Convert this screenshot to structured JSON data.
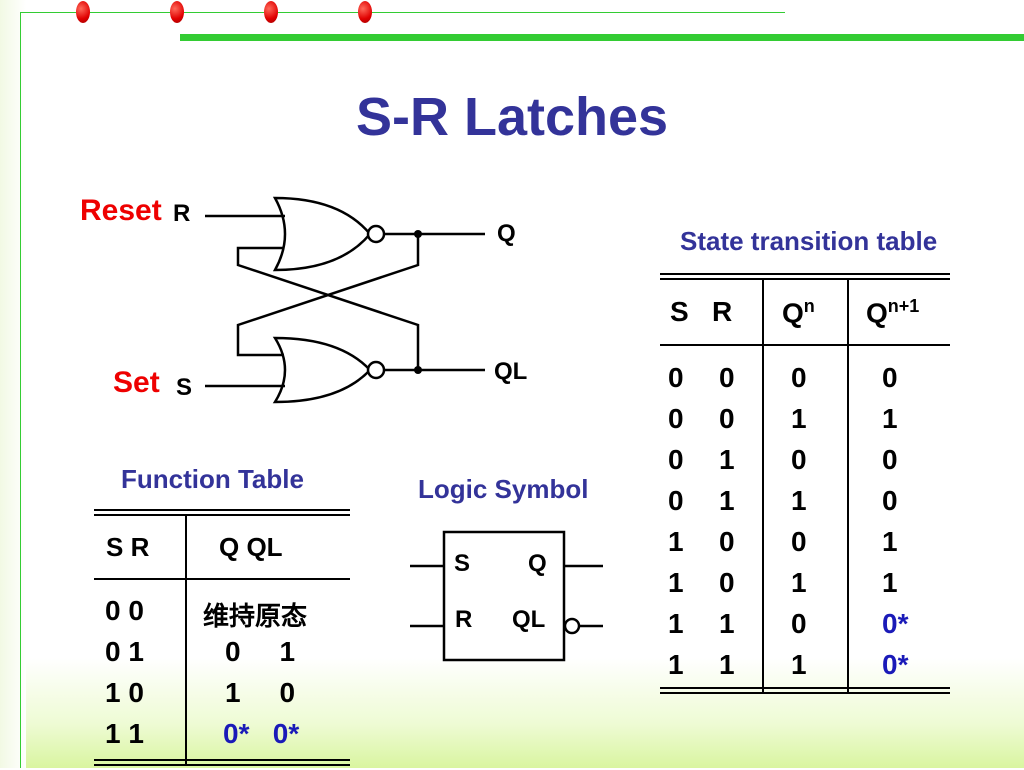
{
  "title": "S-R Latches",
  "circuit": {
    "reset_label": "Reset",
    "set_label": "Set",
    "input_r": "R",
    "input_s": "S",
    "output_q": "Q",
    "output_ql": "QL"
  },
  "function_table": {
    "heading": "Function Table",
    "headers": {
      "inputs": "S  R",
      "outputs": "Q   QL"
    },
    "rows": [
      {
        "sr": "0  0",
        "out": "维持原态"
      },
      {
        "sr": "0  1",
        "out": "0     1"
      },
      {
        "sr": "1  0",
        "out": "1     0"
      },
      {
        "sr": "1  1",
        "out": "0*   0*"
      }
    ]
  },
  "logic_symbol": {
    "heading": "Logic Symbol",
    "pin_s": "S",
    "pin_r": "R",
    "pin_q": "Q",
    "pin_ql": "QL"
  },
  "state_table": {
    "heading": "State transition table",
    "headers": {
      "sr": "S   R",
      "qn_base": "Q",
      "qn_sup": "n",
      "qn1_base": "Q",
      "qn1_sup": "n+1"
    },
    "rows": [
      {
        "s": "0",
        "r": "0",
        "qn": "0",
        "qn1": "0"
      },
      {
        "s": "0",
        "r": "0",
        "qn": "1",
        "qn1": "1"
      },
      {
        "s": "0",
        "r": "1",
        "qn": "0",
        "qn1": "0"
      },
      {
        "s": "0",
        "r": "1",
        "qn": "1",
        "qn1": "0"
      },
      {
        "s": "1",
        "r": "0",
        "qn": "0",
        "qn1": "1"
      },
      {
        "s": "1",
        "r": "0",
        "qn": "1",
        "qn1": "1"
      },
      {
        "s": "1",
        "r": "1",
        "qn": "0",
        "qn1": "0*"
      },
      {
        "s": "1",
        "r": "1",
        "qn": "1",
        "qn1": "0*"
      }
    ]
  },
  "colors": {
    "title": "#333399",
    "accent_red": "#ee0000",
    "accent_green": "#33cc33",
    "star_blue": "#1a1ab8"
  }
}
